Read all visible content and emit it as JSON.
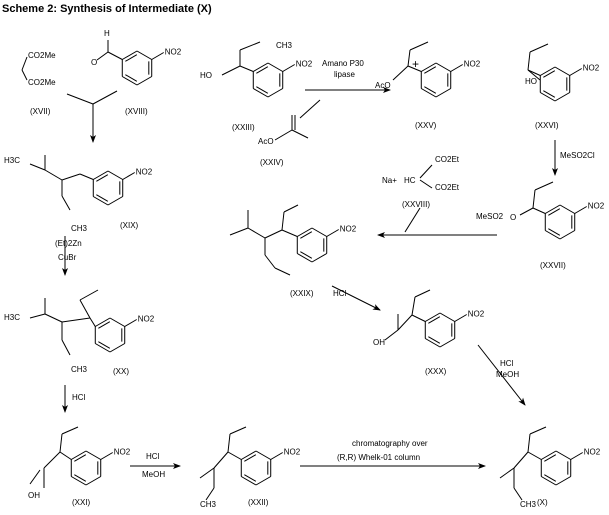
{
  "title": "Scheme 2: Synthesis of Intermediate (X)",
  "compounds": {
    "XVII": "(XVII)",
    "XVIII": "(XVIII)",
    "XIX": "(XIX)",
    "XX": "(XX)",
    "XXI": "(XXI)",
    "XXII": "(XXII)",
    "XXIII": "(XXIII)",
    "XXIV": "(XXIV)",
    "XXV": "(XXV)",
    "XXVI": "(XXVI)",
    "XXVII": "(XXVII)",
    "XXVIII": "(XXVIII)",
    "XXIX": "(XXIX)",
    "XXX": "(XXX)",
    "X": "(X)"
  },
  "atoms": {
    "co2me": "CO2Me",
    "co2et": "CO2Et",
    "no2": "NO2",
    "ho": "HO",
    "aco": "AcO",
    "o": "O",
    "h": "H",
    "ch3": "CH3",
    "h3c": "H3C",
    "oh": "OH",
    "mes02": "MeSO2",
    "na": "Na+",
    "hc": "HC"
  },
  "reagents": {
    "lipase_1": "Amano P30",
    "lipase_2": "lipase",
    "mesyl": "MeSO2Cl",
    "et2zn": "(Et)2Zn",
    "cubr": "CuBr",
    "hcl_a": "HCl",
    "hcl_b": "HCl",
    "hcl_c": "HCl",
    "meoh_c": "MeOH",
    "hcl_d": "HCl",
    "meoh_d": "MeOH",
    "chrom_1": "chromatography over",
    "chrom_2": "(R,R) Whelk-01 column"
  }
}
